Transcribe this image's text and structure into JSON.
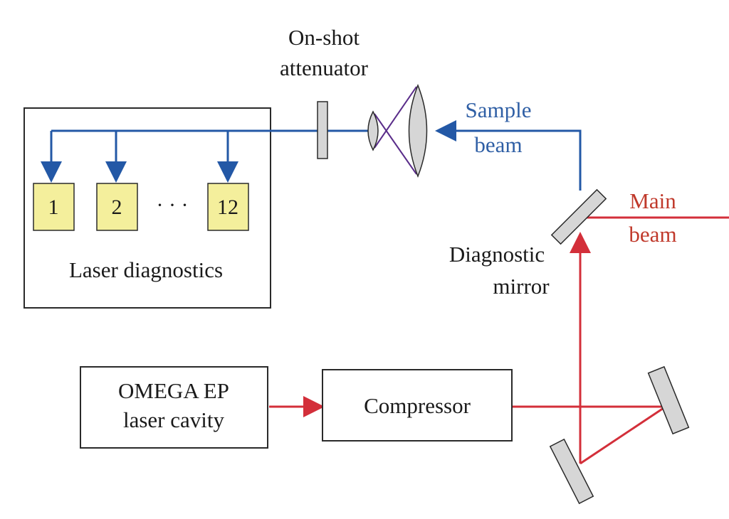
{
  "labels": {
    "attenuator_line1": "On-shot",
    "attenuator_line2": "attenuator",
    "sample_beam_line1": "Sample",
    "sample_beam_line2": "beam",
    "main_beam_line1": "Main",
    "main_beam_line2": "beam",
    "diagnostic_mirror_line1": "Diagnostic",
    "diagnostic_mirror_line2": "mirror",
    "laser_diagnostics": "Laser diagnostics",
    "cavity_line1": "OMEGA EP",
    "cavity_line2": "laser cavity",
    "compressor": "Compressor"
  },
  "diagnostics": [
    "1",
    "2",
    "12"
  ],
  "ellipsis": "· · ·",
  "colors": {
    "sample_beam": "#2358a6",
    "main_beam": "#d32f3a",
    "diagnostic_box_fill": "#f4ef9c",
    "optic_fill": "#d6d6d6",
    "outline": "#2a2a2a"
  }
}
